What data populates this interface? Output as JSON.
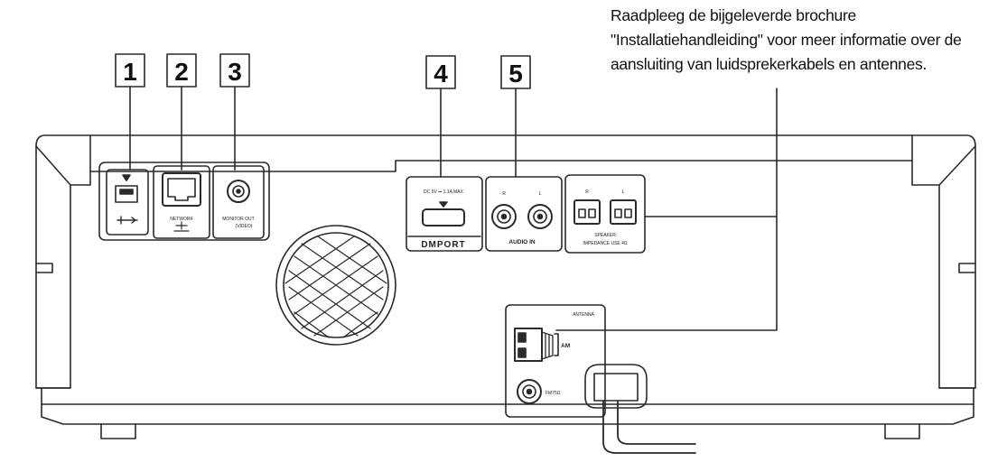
{
  "note": {
    "line1": "Raadpleeg de bijgeleverde brochure",
    "line2": "\"Installatiehandleiding\" voor meer informatie over de",
    "line3": "aansluiting van luidsprekerkabels en antennes."
  },
  "callouts": [
    "1",
    "2",
    "3",
    "4",
    "5"
  ],
  "labels": {
    "network": "NETWORK",
    "monitor_out": "MONITOR OUT",
    "monitor_out_sub": "(VIDEO)",
    "dc_rating": "DC 5V ⎓ 1.1A MAX",
    "dmport": "DMPORT",
    "audio_r": "R",
    "audio_l": "L",
    "audio_in": "AUDIO IN",
    "speaker_r": "R",
    "speaker_l": "L",
    "speaker": "SPEAKER",
    "speaker_sub": "IMPEDANCE USE 4Ω",
    "antenna": "ANTENNA",
    "am": "AM",
    "fm": "FM75Ω"
  },
  "colors": {
    "line": "#2a2a2a",
    "background": "#ffffff"
  }
}
